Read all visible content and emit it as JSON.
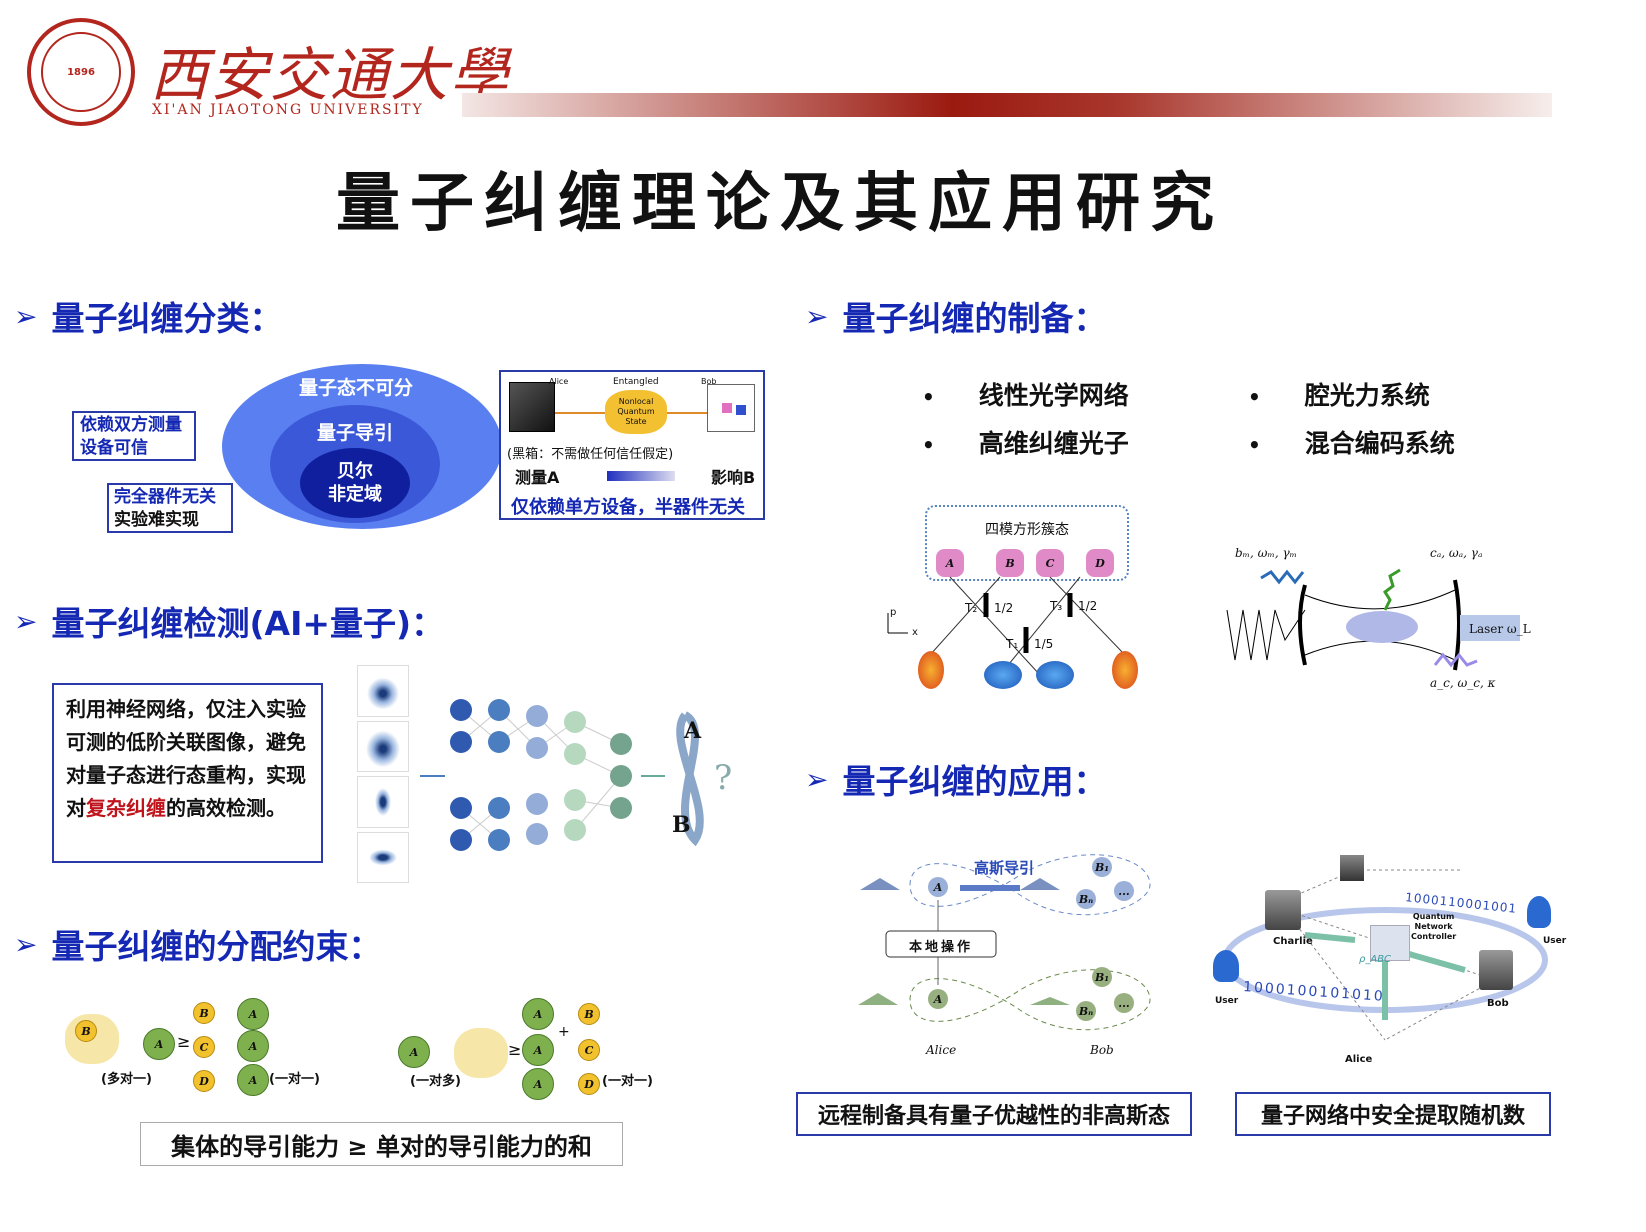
{
  "header": {
    "university_cn": "西安交通大學",
    "university_en": "XI'AN JIAOTONG UNIVERSITY",
    "seal_year": "1896",
    "title": "量子纠缠理论及其应用研究"
  },
  "colors": {
    "heading": "#1428b4",
    "banner": "#9b1a10",
    "highlight": "#c0141c"
  },
  "sections": {
    "classification": {
      "heading": "量子纠缠分类：",
      "outer": "量子态不可分",
      "middle": "量子导引",
      "inner": [
        "贝尔",
        "非定域"
      ],
      "callout1": [
        "依赖双方测量",
        "设备可信"
      ],
      "callout2": [
        "完全器件无关",
        "实验难实现"
      ],
      "panel": {
        "alice": "Alice",
        "entangled": "Entangled",
        "bob": "Bob",
        "cloud": [
          "Nonlocal",
          "Quantum",
          "State"
        ],
        "blackbox": "(黑箱：不需做任何信任假定)",
        "measure": "测量A",
        "affect": "影响B",
        "conclusion": "仅依赖单方设备，半器件无关"
      }
    },
    "preparation": {
      "heading": "量子纠缠的制备：",
      "bullets": [
        "线性光学网络",
        "高维纠缠光子",
        "腔光力系统",
        "混合编码系统"
      ],
      "cluster": {
        "title": "四模方形簇态",
        "modes": [
          "A",
          "B",
          "C",
          "D"
        ],
        "bs": [
          "T₂",
          "1/2",
          "T₃",
          "1/2",
          "T₁",
          "1/5"
        ],
        "axis_p": "p",
        "axis_x": "x"
      },
      "cavity": {
        "mech": "bₘ, ωₘ, γₘ",
        "atom": "cₐ, ωₐ, γₐ",
        "laser": "Laser ω_L",
        "cav": "a_c, ω_c, κ"
      }
    },
    "detection": {
      "heading": "量子纠缠检测(AI+量子)：",
      "text_pre": "利用神经网络，仅注入实验可测的低阶关联图像，避免对量子态进行态重构，实现对",
      "text_hl": "复杂纠缠",
      "text_post": "的高效检测。",
      "knot_a": "A",
      "knot_b": "B",
      "question": "?"
    },
    "monogamy": {
      "heading": "量子纠缠的分配约束：",
      "left_label": "(多对一)",
      "right_label": "(一对多)",
      "one_one": "(一对一)",
      "geq": "≥",
      "plus": "+",
      "summary": "集体的导引能力 ≥ 单对的导引能力的和"
    },
    "application": {
      "heading": "量子纠缠的应用：",
      "gauss": "高斯导引",
      "local": "本地操作",
      "alice": "Alice",
      "bob": "Bob",
      "a": "A",
      "b1": "B₁",
      "bn": "Bₙ",
      "dots": "...",
      "network": {
        "charlie": "Charlie",
        "user": "User",
        "bob": "Bob",
        "alice": "Alice",
        "controller": [
          "Quantum",
          "Network",
          "Controller"
        ],
        "rho": "ρ_ABC",
        "bits1": "1000110001001",
        "bits2": "1000100101010"
      },
      "caption1": "远程制备具有量子优越性的非高斯态",
      "caption2": "量子网络中安全提取随机数"
    }
  }
}
